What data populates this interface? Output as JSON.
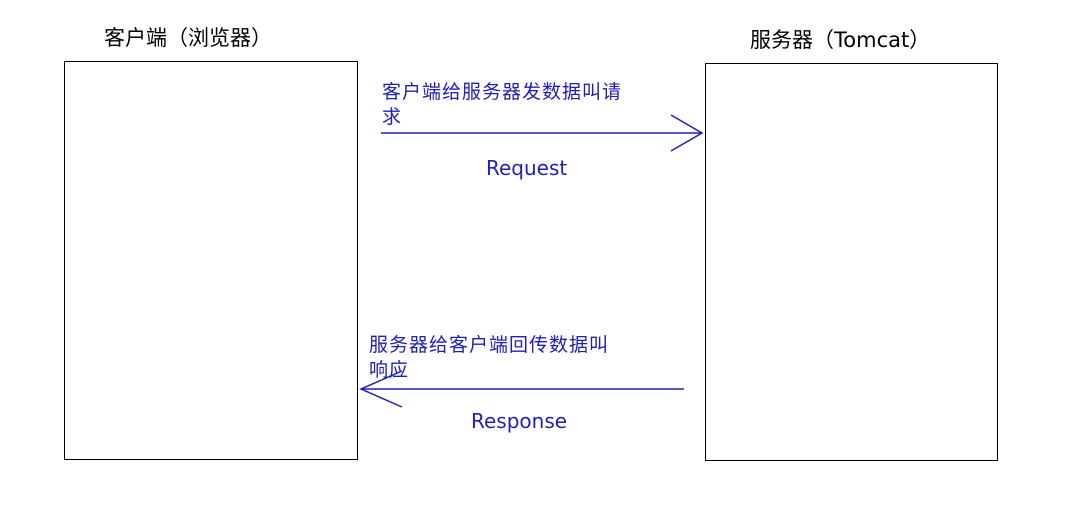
{
  "client": {
    "title": "客户端（浏览器）"
  },
  "server": {
    "title": "服务器（Tomcat）"
  },
  "request": {
    "note": "客户端给服务器发数据叫请\n求",
    "label": "Request"
  },
  "response": {
    "note": "服务器给客户端回传数据叫\n响应",
    "label": "Response"
  },
  "colors": {
    "line": "#1f1fb4",
    "text": "#1f1fb4",
    "box_border": "#000000"
  }
}
